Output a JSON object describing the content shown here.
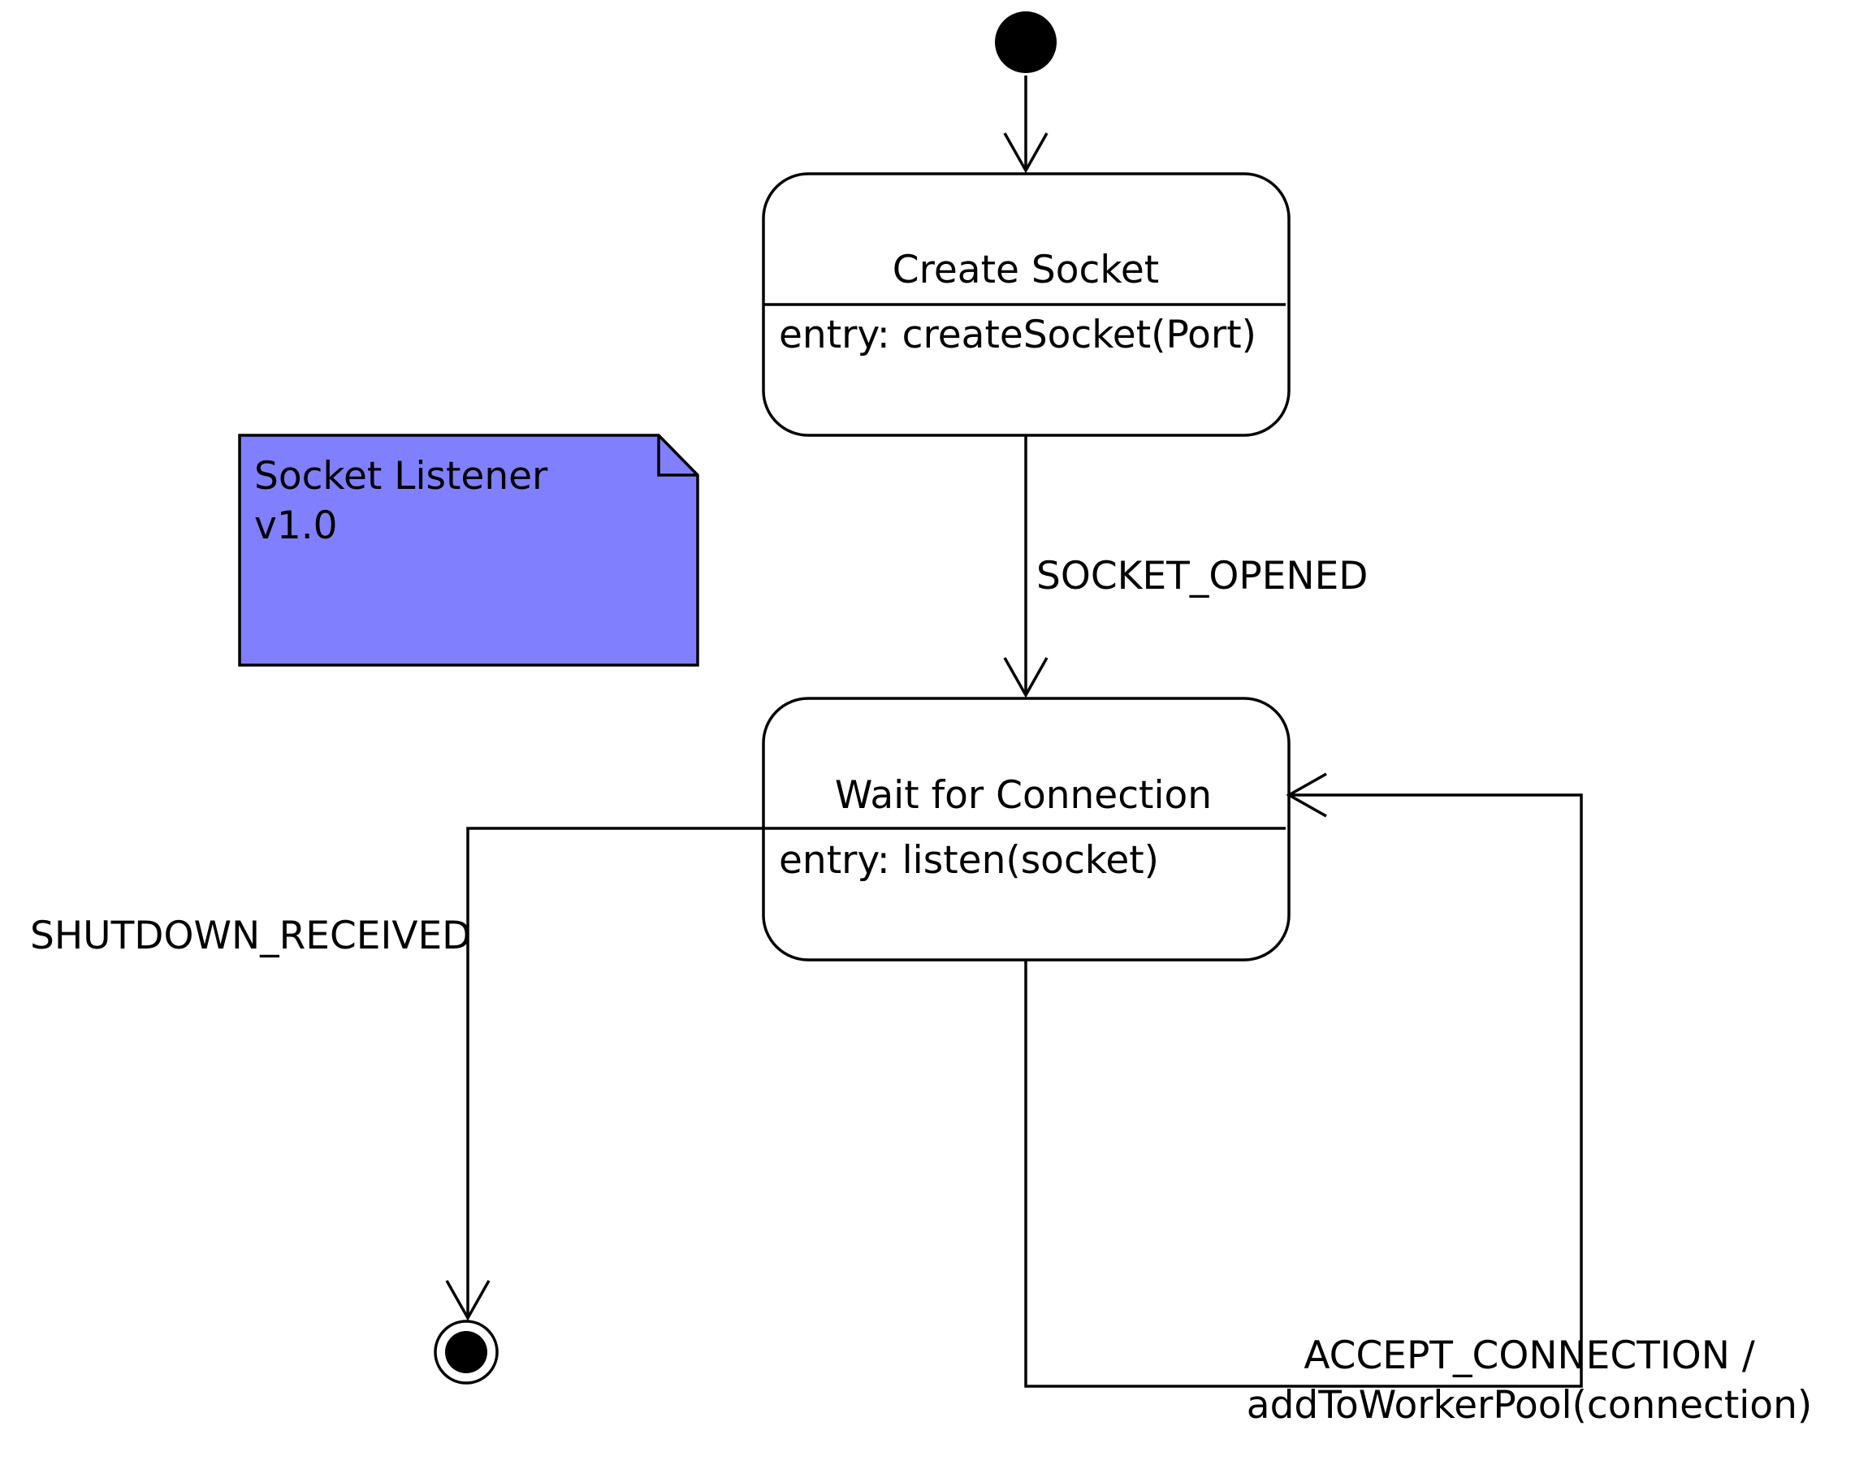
{
  "diagram": {
    "type": "uml-state-machine",
    "note": {
      "line1": "Socket Listener",
      "line2": "v1.0",
      "fill_color": "#8080ff"
    },
    "states": [
      {
        "name": "Create Socket",
        "entry_action": "entry: createSocket(Port)"
      },
      {
        "name": "Wait for Connection",
        "entry_action": "entry: listen(socket)"
      }
    ],
    "transitions": [
      {
        "from": "initial",
        "to": "Create Socket",
        "label": ""
      },
      {
        "from": "Create Socket",
        "to": "Wait for Connection",
        "label": "SOCKET_OPENED"
      },
      {
        "from": "Wait for Connection",
        "to": "Wait for Connection",
        "label_line1": "ACCEPT_CONNECTION /",
        "label_line2": "addToWorkerPool(connection)"
      },
      {
        "from": "Wait for Connection",
        "to": "final",
        "label": "SHUTDOWN_RECEIVED"
      }
    ],
    "pseudostates": {
      "initial": "initial-state",
      "final": "final-state"
    }
  }
}
